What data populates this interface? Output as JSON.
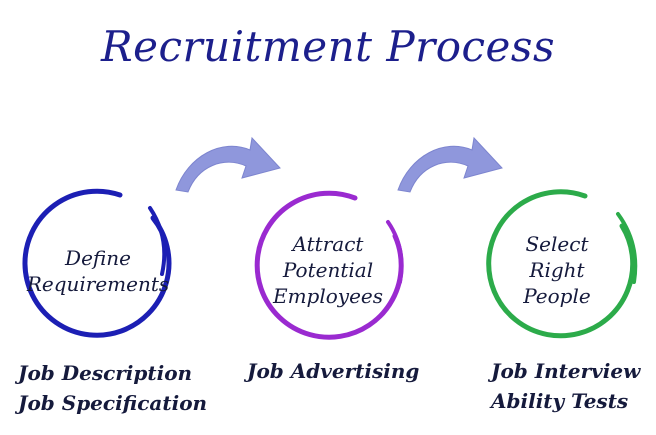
{
  "title": "Recruitment Process",
  "colors": {
    "title": "#1c1f8c",
    "text": "#151a3c",
    "step1_ring": "#1c1fb4",
    "step2_ring": "#9a2ad0",
    "step3_ring": "#2cab4a",
    "arrow": "#8f97dc"
  },
  "steps": [
    {
      "label_lines": [
        "Define",
        "Requirements"
      ],
      "details": [
        "Job Description",
        "Job Specification"
      ]
    },
    {
      "label_lines": [
        "Attract",
        "Potential",
        "Employees"
      ],
      "details": [
        "Job Advertising"
      ]
    },
    {
      "label_lines": [
        "Select",
        "Right",
        "People"
      ],
      "details": [
        "Job Interview",
        "Ability Tests"
      ]
    }
  ],
  "arrows": [
    "curved-arrow-right",
    "curved-arrow-right"
  ]
}
